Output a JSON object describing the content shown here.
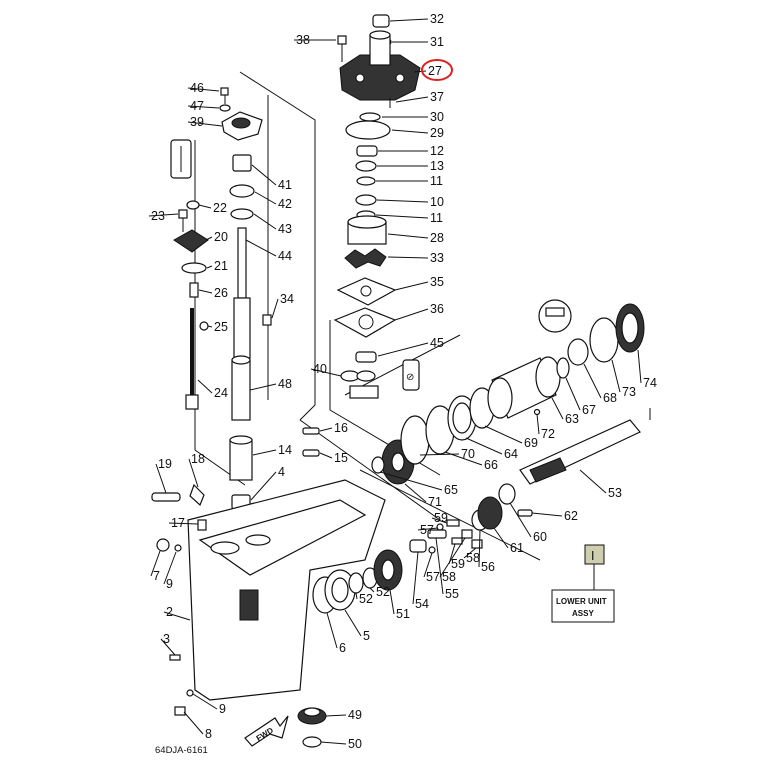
{
  "diagram": {
    "labels": [
      {
        "id": "32",
        "text": "32"
      },
      {
        "id": "31",
        "text": "31"
      },
      {
        "id": "38",
        "text": "38"
      },
      {
        "id": "27",
        "text": "27"
      },
      {
        "id": "37",
        "text": "37"
      },
      {
        "id": "30",
        "text": "30"
      },
      {
        "id": "29",
        "text": "29"
      },
      {
        "id": "12",
        "text": "12"
      },
      {
        "id": "13",
        "text": "13"
      },
      {
        "id": "11a",
        "text": "11"
      },
      {
        "id": "10",
        "text": "10"
      },
      {
        "id": "11b",
        "text": "11"
      },
      {
        "id": "28",
        "text": "28"
      },
      {
        "id": "33",
        "text": "33"
      },
      {
        "id": "35",
        "text": "35"
      },
      {
        "id": "36",
        "text": "36"
      },
      {
        "id": "45",
        "text": "45"
      },
      {
        "id": "40",
        "text": "40"
      },
      {
        "id": "46",
        "text": "46"
      },
      {
        "id": "47",
        "text": "47"
      },
      {
        "id": "39",
        "text": "39"
      },
      {
        "id": "41",
        "text": "41"
      },
      {
        "id": "42",
        "text": "42"
      },
      {
        "id": "43",
        "text": "43"
      },
      {
        "id": "44",
        "text": "44"
      },
      {
        "id": "22",
        "text": "22"
      },
      {
        "id": "23",
        "text": "23"
      },
      {
        "id": "20",
        "text": "20"
      },
      {
        "id": "21",
        "text": "21"
      },
      {
        "id": "26",
        "text": "26"
      },
      {
        "id": "34",
        "text": "34"
      },
      {
        "id": "25",
        "text": "25"
      },
      {
        "id": "48",
        "text": "48"
      },
      {
        "id": "24",
        "text": "24"
      },
      {
        "id": "16",
        "text": "16"
      },
      {
        "id": "14",
        "text": "14"
      },
      {
        "id": "15",
        "text": "15"
      },
      {
        "id": "4",
        "text": "4"
      },
      {
        "id": "19",
        "text": "19"
      },
      {
        "id": "18",
        "text": "18"
      },
      {
        "id": "17",
        "text": "17"
      },
      {
        "id": "7",
        "text": "7"
      },
      {
        "id": "9a",
        "text": "9"
      },
      {
        "id": "2",
        "text": "2"
      },
      {
        "id": "3",
        "text": "3"
      },
      {
        "id": "9b",
        "text": "9"
      },
      {
        "id": "8",
        "text": "8"
      },
      {
        "id": "49",
        "text": "49"
      },
      {
        "id": "50",
        "text": "50"
      },
      {
        "id": "6",
        "text": "6"
      },
      {
        "id": "5",
        "text": "5"
      },
      {
        "id": "52a",
        "text": "52"
      },
      {
        "id": "52b",
        "text": "52"
      },
      {
        "id": "51",
        "text": "51"
      },
      {
        "id": "54",
        "text": "54"
      },
      {
        "id": "55",
        "text": "55"
      },
      {
        "id": "57a",
        "text": "57"
      },
      {
        "id": "57b",
        "text": "57"
      },
      {
        "id": "59a",
        "text": "59"
      },
      {
        "id": "59b",
        "text": "59"
      },
      {
        "id": "58a",
        "text": "58"
      },
      {
        "id": "58b",
        "text": "58"
      },
      {
        "id": "56",
        "text": "56"
      },
      {
        "id": "61",
        "text": "61"
      },
      {
        "id": "60",
        "text": "60"
      },
      {
        "id": "62",
        "text": "62"
      },
      {
        "id": "53",
        "text": "53"
      },
      {
        "id": "65",
        "text": "65"
      },
      {
        "id": "71",
        "text": "71"
      },
      {
        "id": "70",
        "text": "70"
      },
      {
        "id": "66",
        "text": "66"
      },
      {
        "id": "64",
        "text": "64"
      },
      {
        "id": "69",
        "text": "69"
      },
      {
        "id": "72",
        "text": "72"
      },
      {
        "id": "63",
        "text": "63"
      },
      {
        "id": "67",
        "text": "67"
      },
      {
        "id": "68",
        "text": "68"
      },
      {
        "id": "73",
        "text": "73"
      },
      {
        "id": "74",
        "text": "74"
      }
    ],
    "highlighted_part": "27",
    "highlight_color": "#e0201c",
    "tag_color": "#cfcfb0",
    "assy_box": {
      "tag": "I",
      "line1": "LOWER UNIT",
      "line2": "ASSY"
    },
    "fwd_arrow": "FWD",
    "drawing_code": "64DJA-6161",
    "symbols": {
      "grease": "grease-symbol",
      "sealant": "sealant-symbol"
    }
  }
}
